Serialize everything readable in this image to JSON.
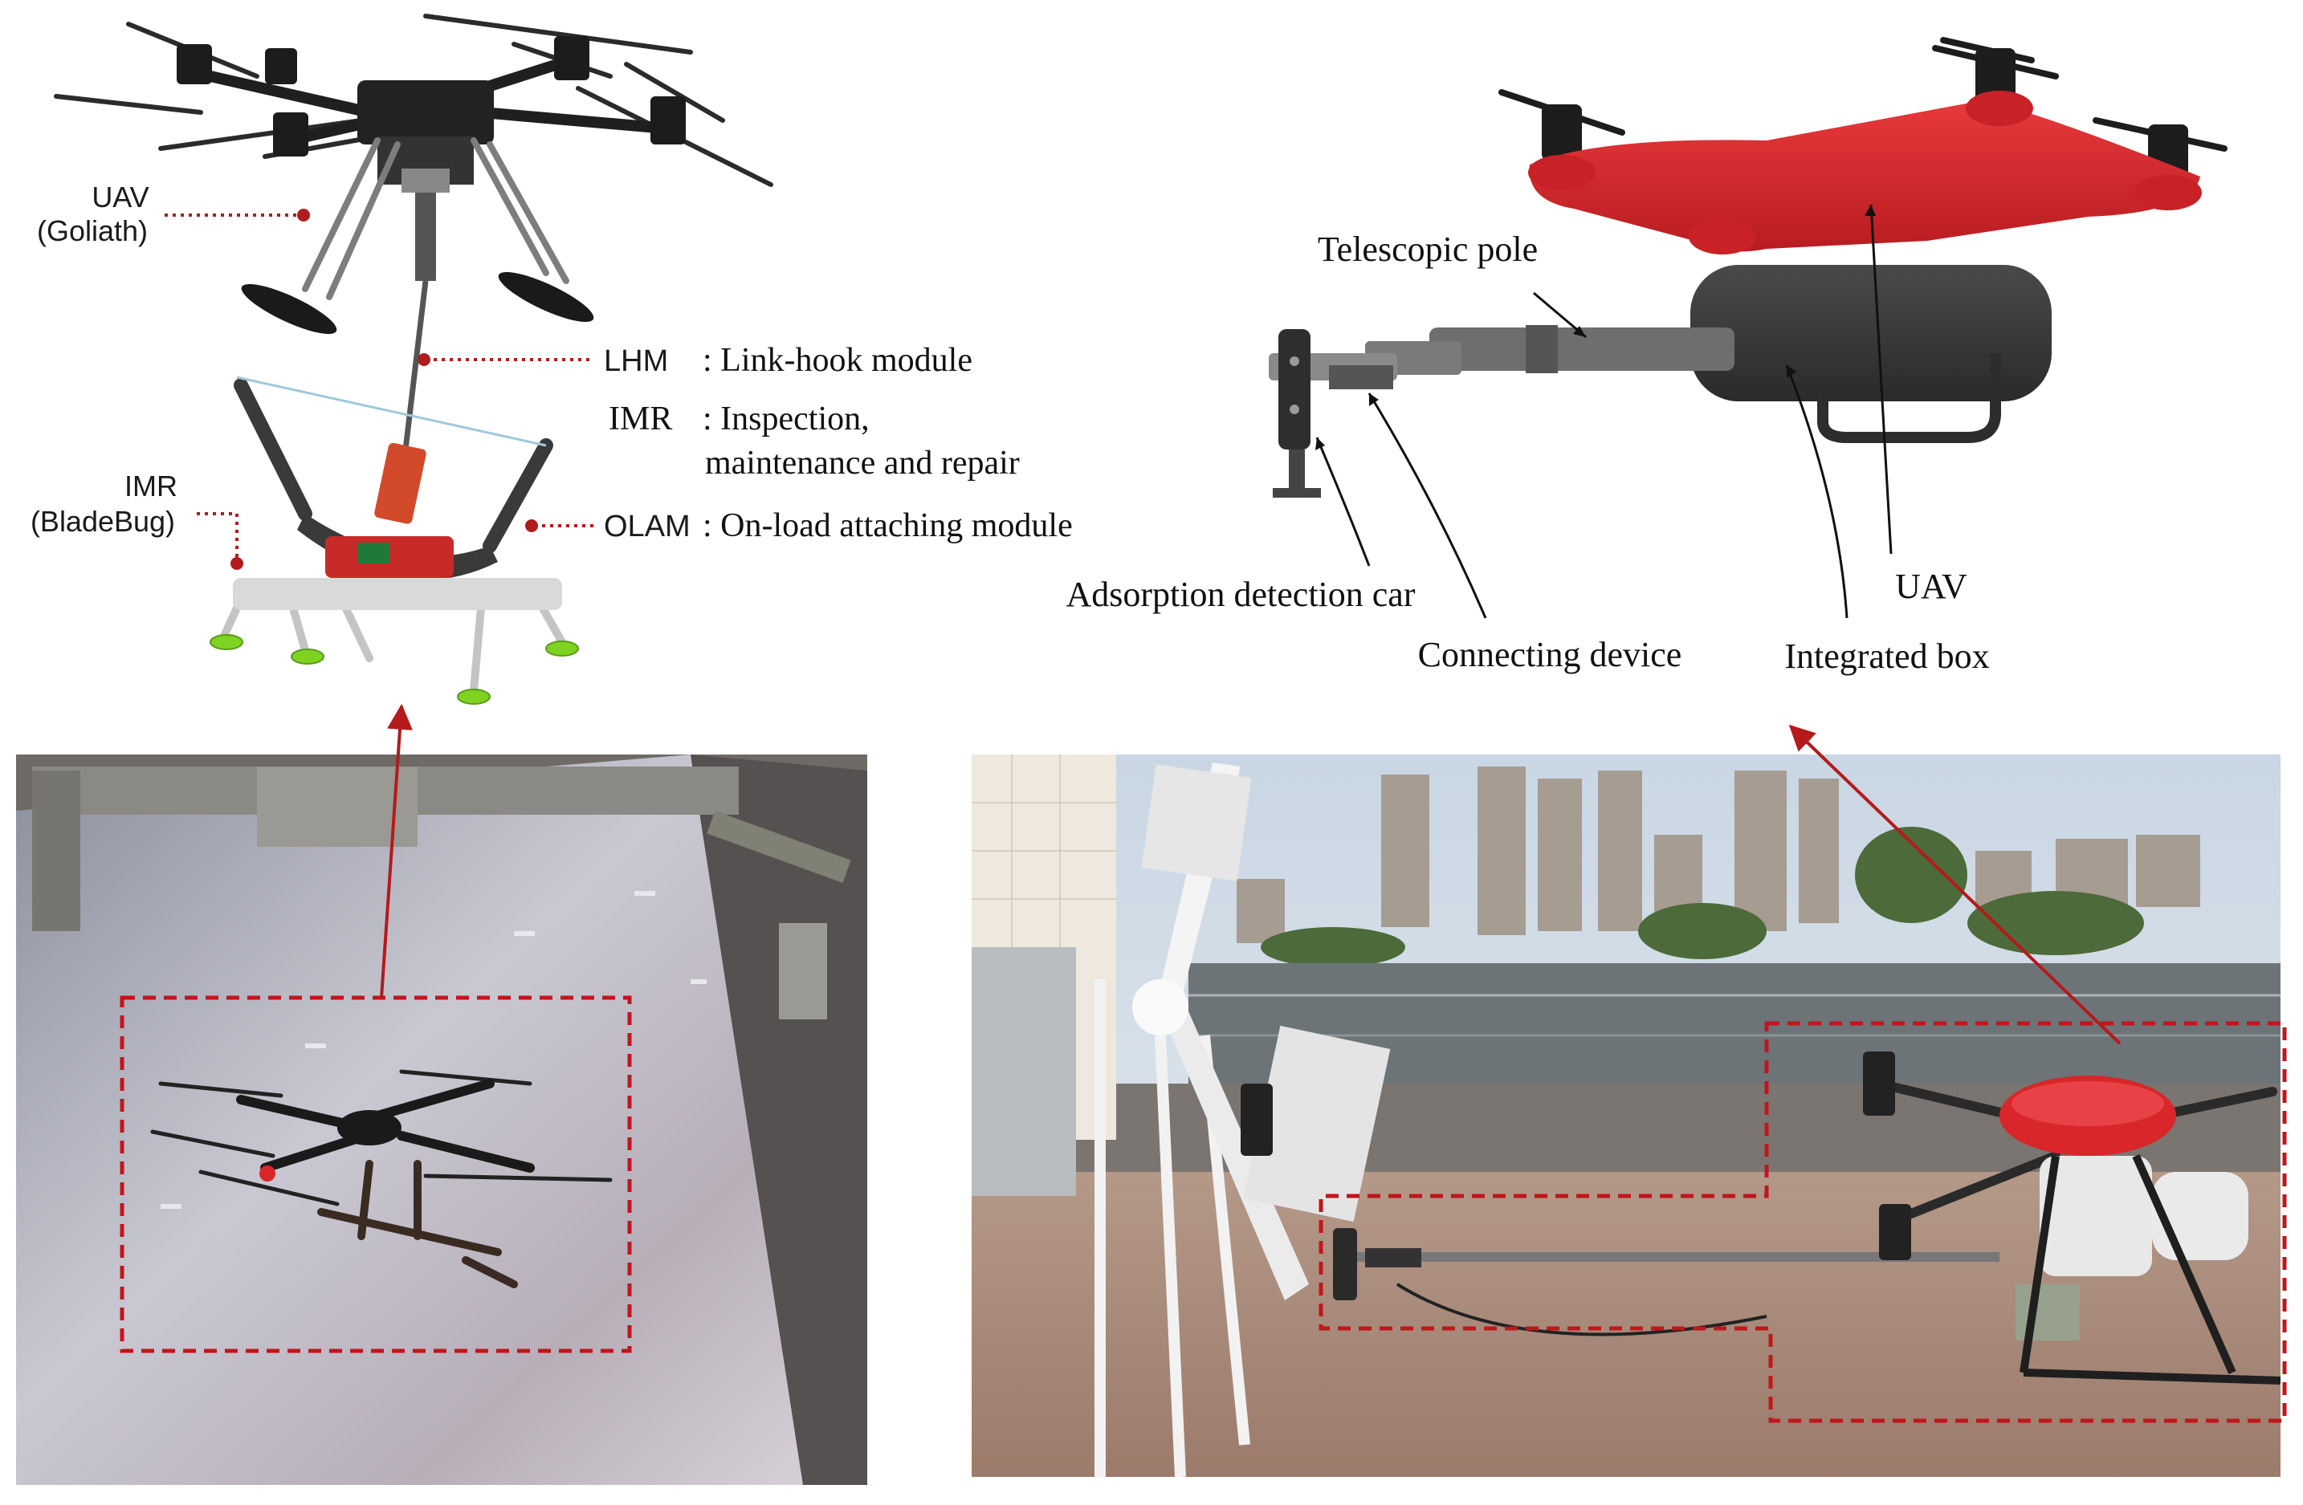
{
  "left_panel": {
    "labels": {
      "uav": "UAV",
      "uav_sub": "(Goliath)",
      "imr": "IMR",
      "imr_sub": "(BladeBug)",
      "lhm_abbr": "LHM",
      "lhm_desc": ": Link-hook module",
      "imr_abbr": "IMR",
      "imr_desc_1": ": Inspection,",
      "imr_desc_2": "maintenance and repair",
      "olam_abbr": "OLAM",
      "olam_desc": ": On-load attaching module"
    }
  },
  "right_panel": {
    "labels": {
      "telescopic_pole": "Telescopic pole",
      "adsorption_car": "Adsorption detection car",
      "connecting_device": "Connecting device",
      "uav": "UAV",
      "integrated_box": "Integrated box"
    }
  },
  "colors": {
    "dotted_leader": "#b01c1c",
    "dashed_box": "#c0161c",
    "arrow": "#b51a1a",
    "uav_red": "#d8262a",
    "suction_green": "#7ed321"
  }
}
